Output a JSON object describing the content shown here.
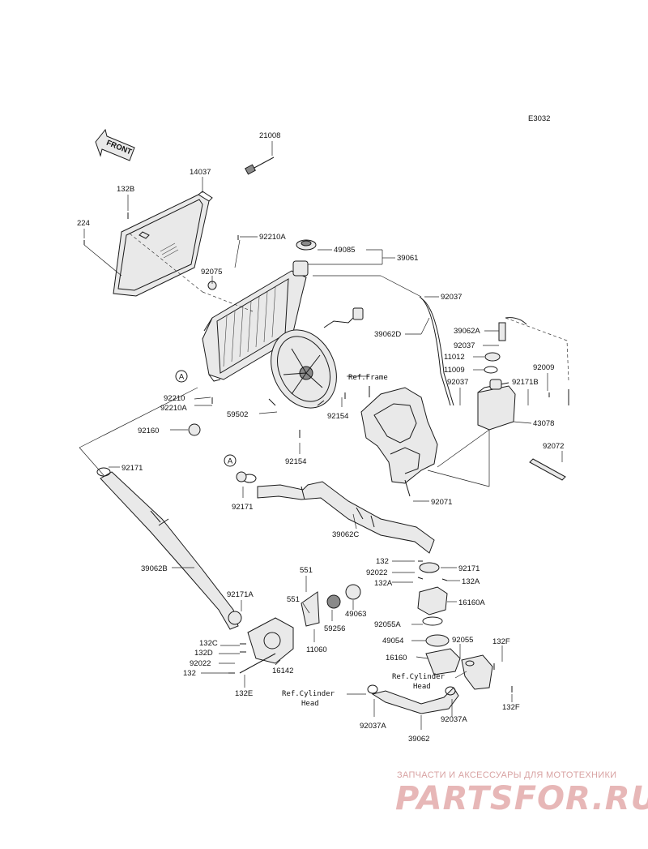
{
  "diagram": {
    "code": "E3032",
    "front_label": "FRONT",
    "callout_a": "A",
    "ref_frame": "Ref.Frame",
    "ref_cyl_1_line1": "Ref.Cylinder",
    "ref_cyl_1_line2": "Head",
    "ref_cyl_2_line1": "Ref.Cylinder",
    "ref_cyl_2_line2": "Head"
  },
  "parts": {
    "p21008": "21008",
    "p14037": "14037",
    "p132B": "132B",
    "p224": "224",
    "p92210A_top": "92210A",
    "p49085": "49085",
    "p39061": "39061",
    "p92075": "92075",
    "p92037_a": "92037",
    "p39062D": "39062D",
    "p39062A": "39062A",
    "p92037_b": "92037",
    "p11012": "11012",
    "p11009": "11009",
    "p92037_c": "92037",
    "p92009": "92009",
    "p92171B": "92171B",
    "p43078": "43078",
    "p92210": "92210",
    "p92210A_low": "92210A",
    "p59502": "59502",
    "p92154_a": "92154",
    "p92160": "92160",
    "p92154_b": "92154",
    "p92072": "92072",
    "p92171_a": "92171",
    "p92171_b": "92171",
    "p92071": "92071",
    "p39062C": "39062C",
    "p39062B": "39062B",
    "p132_a": "132",
    "p92022_a": "92022",
    "p132A_a": "132A",
    "p92171_c": "92171",
    "p132A_b": "132A",
    "p551_a": "551",
    "p551_b": "551",
    "p49063": "49063",
    "p16160A": "16160A",
    "p92171A": "92171A",
    "p59256": "59256",
    "p92055A": "92055A",
    "p11060": "11060",
    "p49054": "49054",
    "p92055": "92055",
    "p132F_a": "132F",
    "p132C": "132C",
    "p132D": "132D",
    "p92022_b": "92022",
    "p132_b": "132",
    "p16142": "16142",
    "p16160": "16160",
    "p132E": "132E",
    "p132F_b": "132F",
    "p92037A_a": "92037A",
    "p92037A_b": "92037A",
    "p39062": "39062"
  },
  "watermark": {
    "tagline": "ЗАПЧАСТИ И АКСЕССУАРЫ ДЛЯ МОТОТЕХНИКИ",
    "logo": "PARTSFOR.RU"
  }
}
